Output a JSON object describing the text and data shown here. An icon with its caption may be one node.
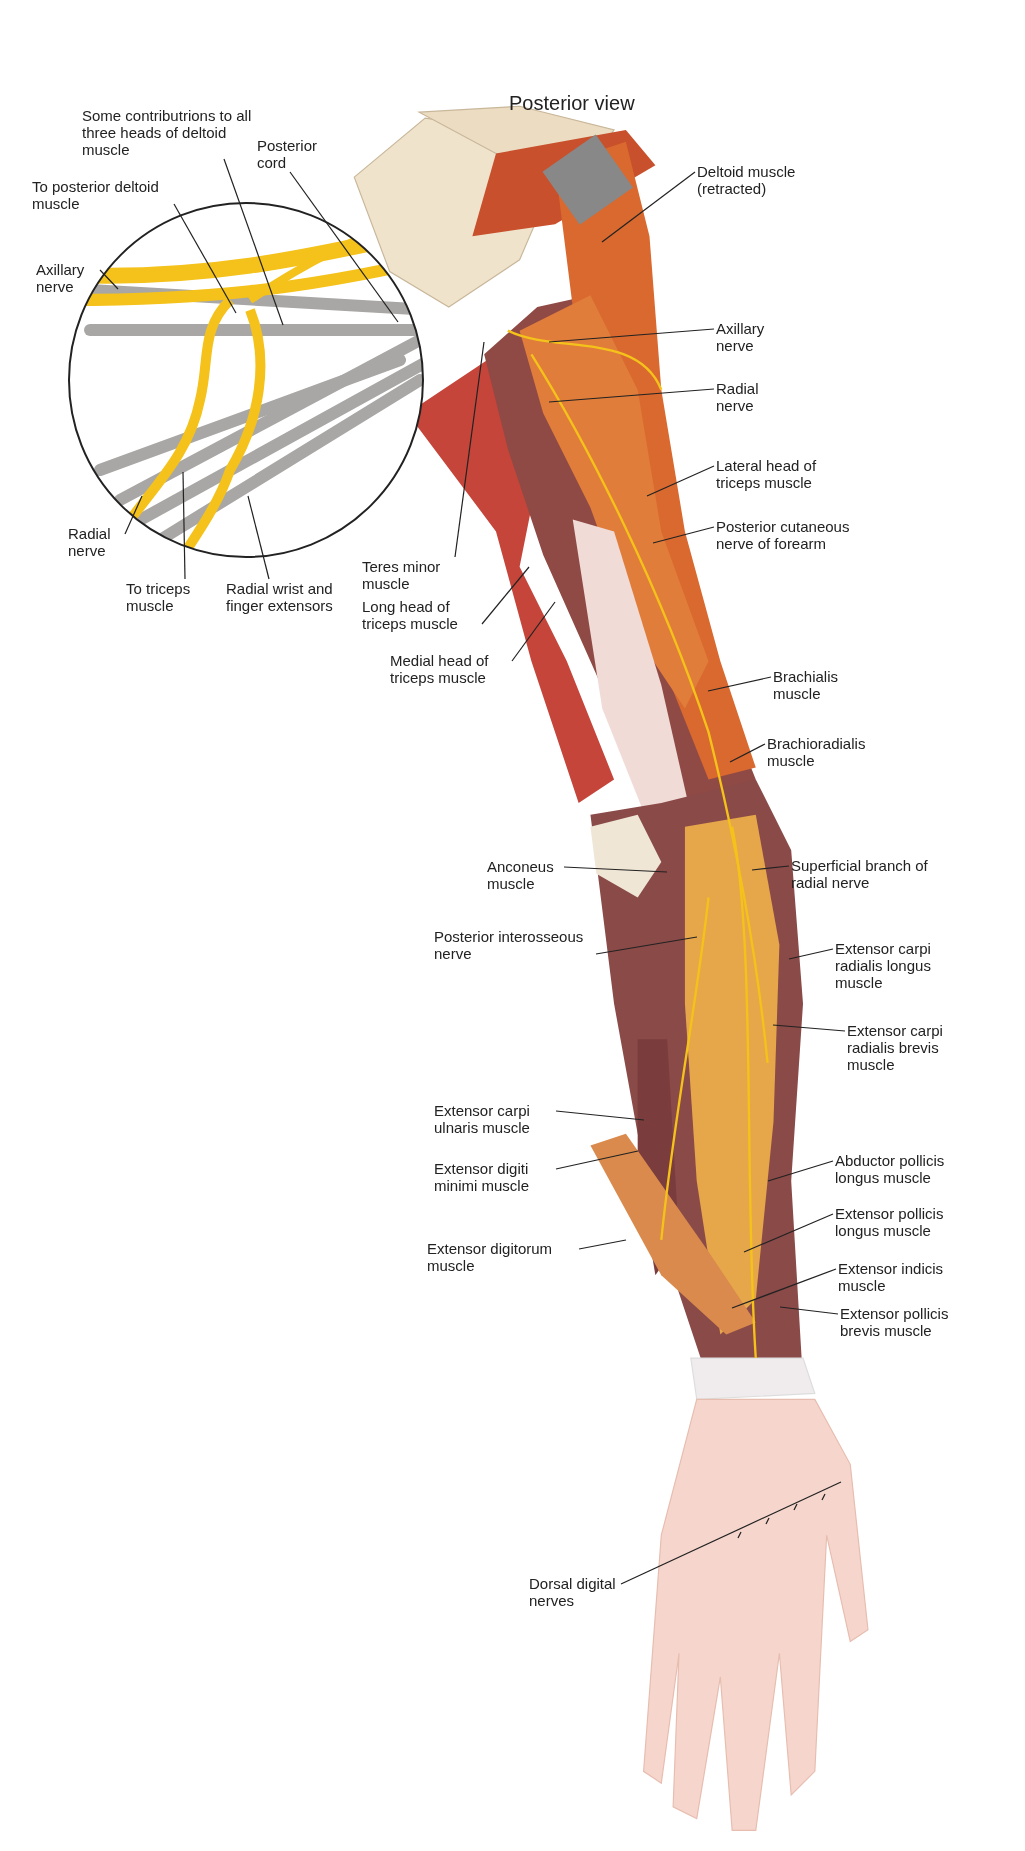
{
  "diagram": {
    "title": "Posterior view",
    "nodes": [
      {
        "text": [
          "Some contributrions to all three heads of deltoid muscle"
        ]
      },
      {
        "text": [
          "Posterior cord"
        ]
      },
      {
        "text": [
          "To posterior deltoid muscle"
        ]
      },
      {
        "text": [
          "Axillary nerve"
        ]
      },
      {
        "text": [
          "Deltoid muscle (retracted)"
        ]
      },
      {
        "text": [
          "Axillary nerve"
        ]
      },
      {
        "text": [
          "Radial nerve"
        ]
      },
      {
        "text": [
          "Lateral head of triceps muscle"
        ]
      },
      {
        "text": [
          "Posterior cutaneous nerve of forearm"
        ]
      },
      {
        "text": [
          "Radial nerve"
        ]
      },
      {
        "text": [
          "Teres minor muscle"
        ]
      },
      {
        "text": [
          "To triceps muscle"
        ]
      },
      {
        "text": [
          "Radial wrist and finger extensors"
        ]
      },
      {
        "text": [
          "Long head of triceps muscle"
        ]
      },
      {
        "text": [
          "Medial head of triceps muscle"
        ]
      },
      {
        "text": [
          "Brachialis muscle"
        ]
      },
      {
        "text": [
          "Brachioradialis muscle"
        ]
      },
      {
        "text": [
          "Anconeus muscle"
        ]
      },
      {
        "text": [
          "Superficial branch of radial nerve"
        ]
      },
      {
        "text": [
          "Posterior interosseous nerve"
        ]
      },
      {
        "text": [
          "Extensor carpi radialis longus muscle"
        ]
      },
      {
        "text": [
          "Extensor carpi radialis brevis muscle"
        ]
      },
      {
        "text": [
          "Extensor carpi ulnaris muscle"
        ]
      },
      {
        "text": [
          "Extensor digiti minimi muscle"
        ]
      },
      {
        "text": [
          "Abductor pollicis longus muscle"
        ]
      },
      {
        "text": [
          "Extensor pollicis longus muscle"
        ]
      },
      {
        "text": [
          "Extensor digitorum muscle"
        ]
      },
      {
        "text": [
          "Extensor indicis muscle"
        ]
      },
      {
        "text": [
          "Extensor pollicis brevis muscle"
        ]
      },
      {
        "text": [
          "Dorsal digital nerves"
        ]
      }
    ],
    "edges": [
      {
        "from": 0,
        "to": null,
        "arrow": "none"
      },
      {
        "from": 1,
        "to": null,
        "arrow": "none"
      },
      {
        "from": 2,
        "to": null,
        "arrow": "none"
      },
      {
        "from": 3,
        "to": null,
        "arrow": "none"
      },
      {
        "from": 4,
        "to": null,
        "arrow": "none"
      },
      {
        "from": 5,
        "to": null,
        "arrow": "none"
      },
      {
        "from": 6,
        "to": null,
        "arrow": "none"
      },
      {
        "from": 7,
        "to": null,
        "arrow": "none"
      },
      {
        "from": 8,
        "to": null,
        "arrow": "none"
      },
      {
        "from": 9,
        "to": null,
        "arrow": "none"
      },
      {
        "from": 10,
        "to": null,
        "arrow": "none"
      },
      {
        "from": 11,
        "to": null,
        "arrow": "none"
      },
      {
        "from": 12,
        "to": null,
        "arrow": "none"
      },
      {
        "from": 13,
        "to": null,
        "arrow": "none"
      },
      {
        "from": 14,
        "to": null,
        "arrow": "none"
      },
      {
        "from": 15,
        "to": null,
        "arrow": "none"
      },
      {
        "from": 16,
        "to": null,
        "arrow": "none"
      },
      {
        "from": 17,
        "to": null,
        "arrow": "none"
      },
      {
        "from": 18,
        "to": null,
        "arrow": "none"
      },
      {
        "from": 19,
        "to": null,
        "arrow": "none"
      },
      {
        "from": 20,
        "to": null,
        "arrow": "none"
      },
      {
        "from": 21,
        "to": null,
        "arrow": "none"
      },
      {
        "from": 22,
        "to": null,
        "arrow": "none"
      },
      {
        "from": 23,
        "to": null,
        "arrow": "none"
      },
      {
        "from": 24,
        "to": null,
        "arrow": "none"
      },
      {
        "from": 25,
        "to": null,
        "arrow": "none"
      },
      {
        "from": 26,
        "to": null,
        "arrow": "none"
      },
      {
        "from": 27,
        "to": null,
        "arrow": "none"
      },
      {
        "from": 28,
        "to": null,
        "arrow": "none"
      },
      {
        "from": 29,
        "to": null,
        "arrow": "none"
      }
    ]
  }
}
